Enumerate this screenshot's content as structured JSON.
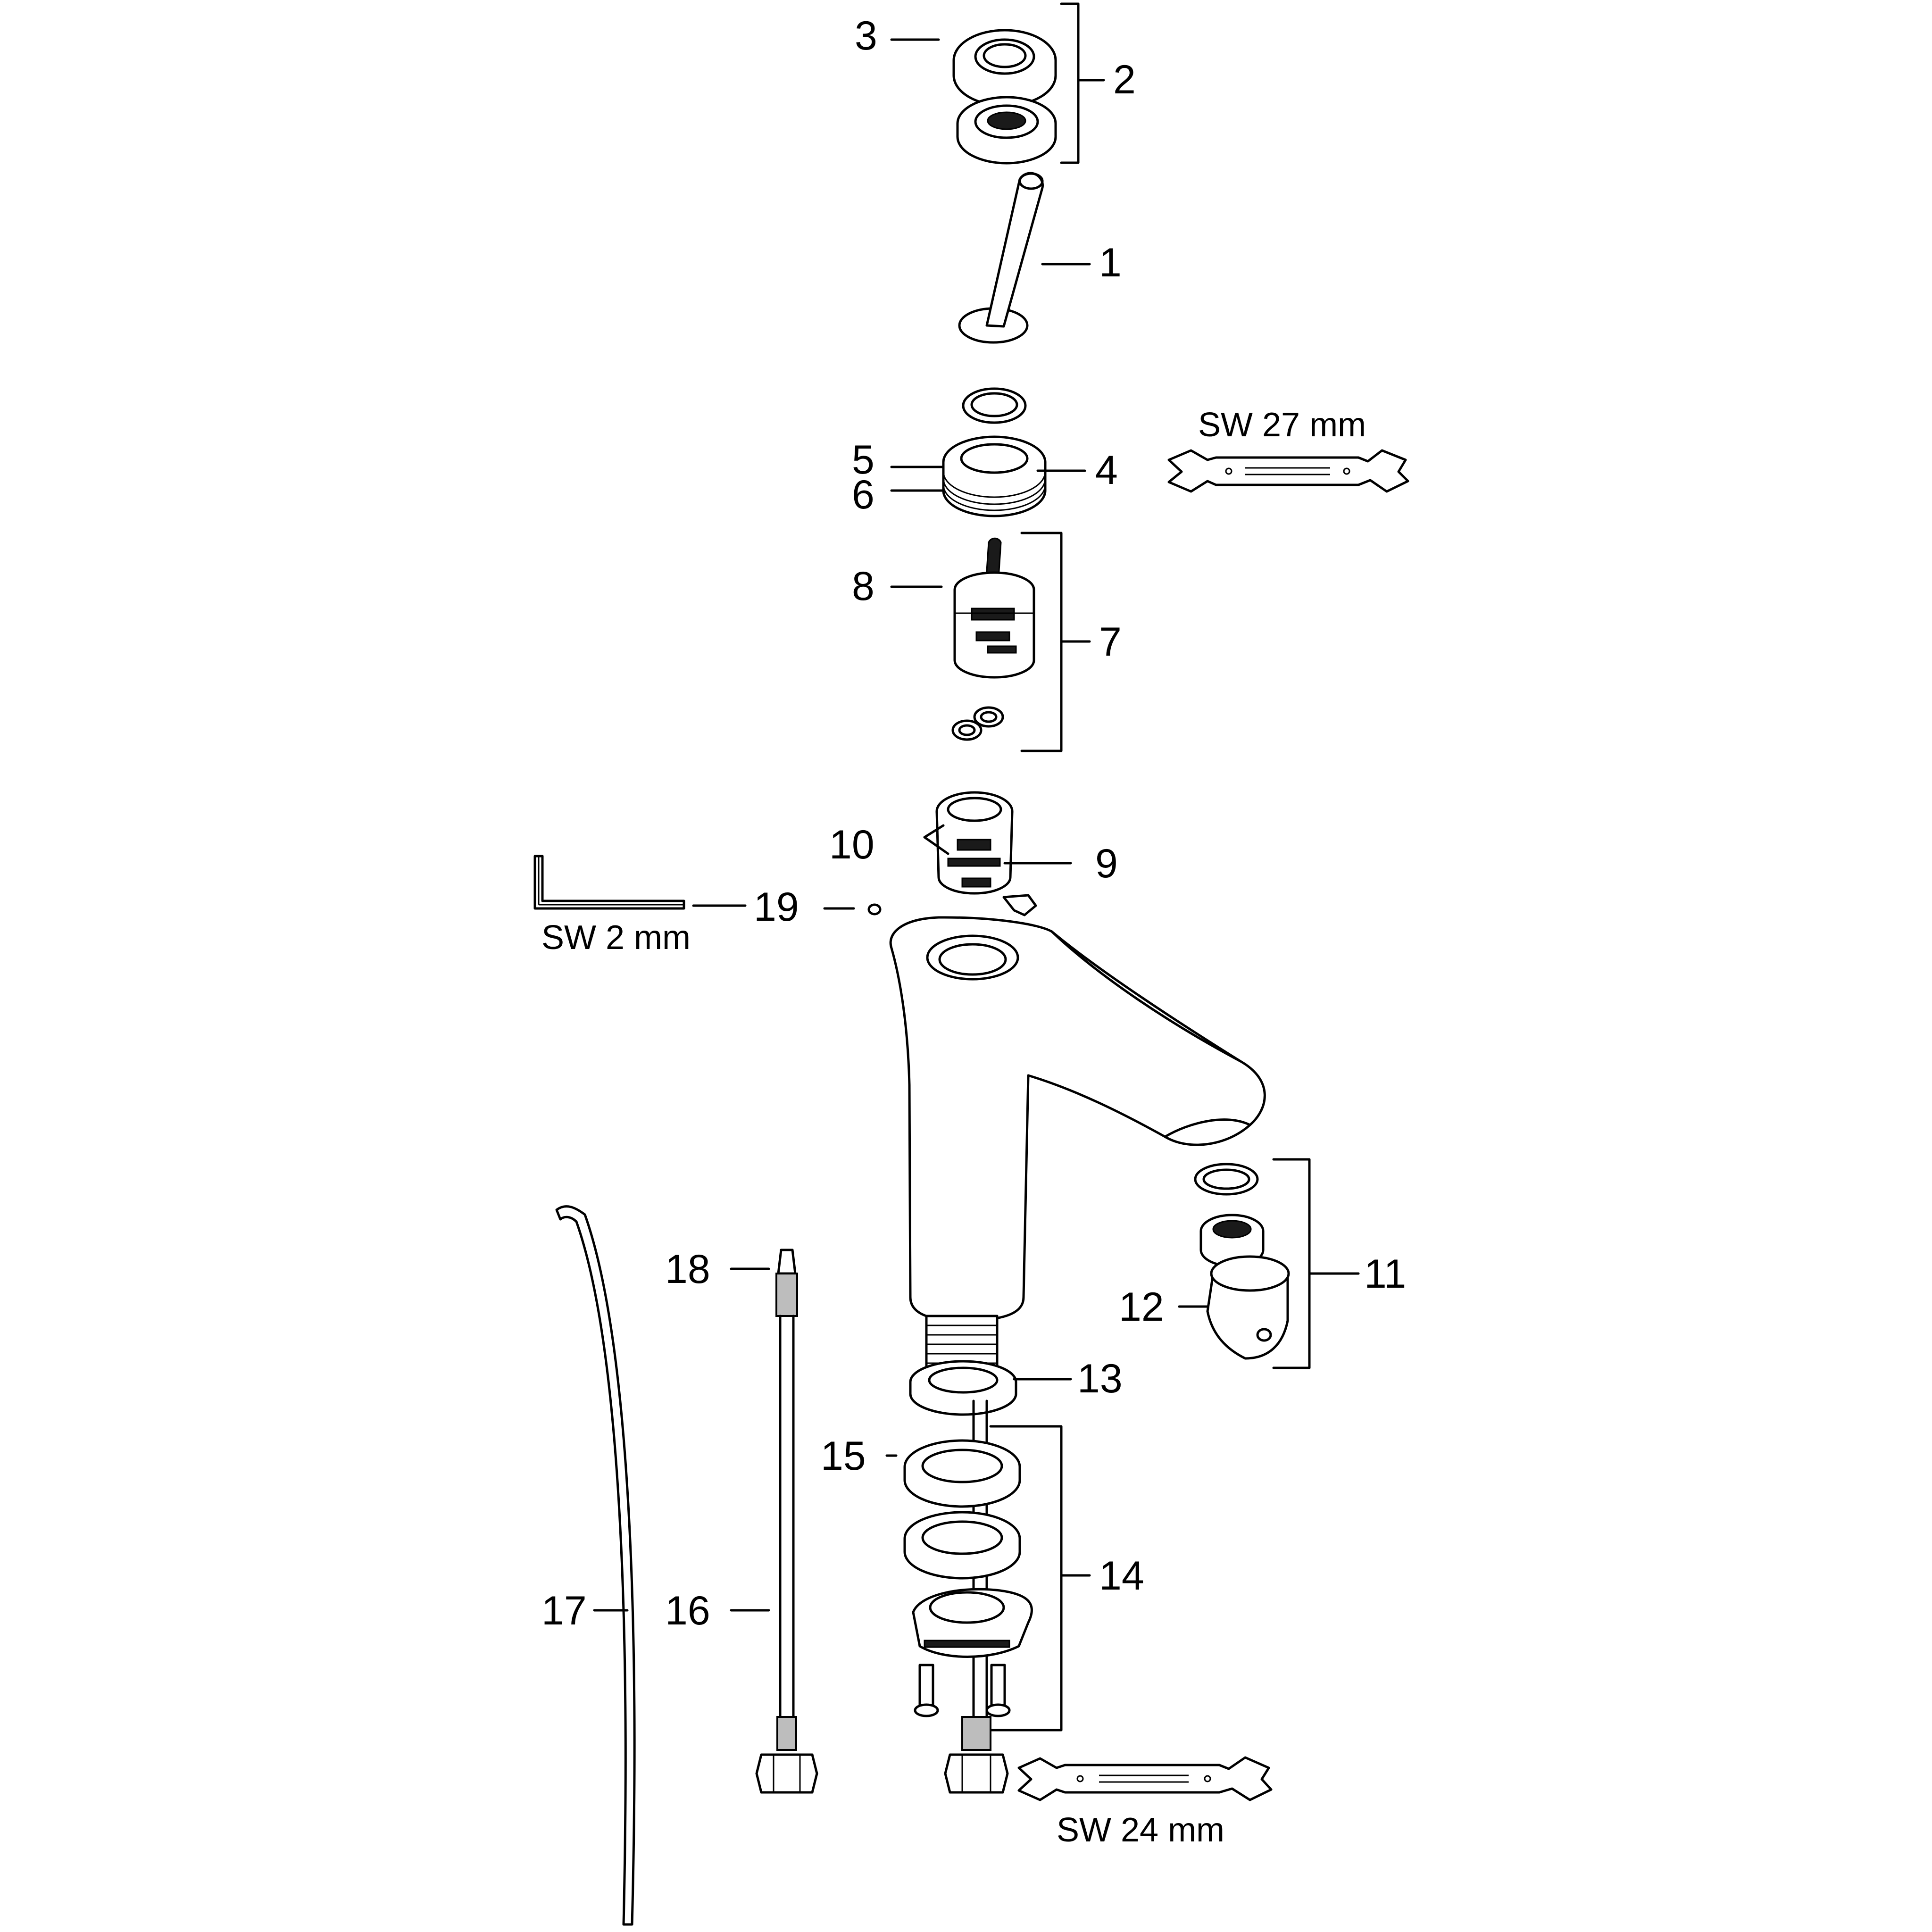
{
  "labels": {
    "p1": "1",
    "p2": "2",
    "p3": "3",
    "p4": "4",
    "p5": "5",
    "p6": "6",
    "p7": "7",
    "p8": "8",
    "p9": "9",
    "p10": "10",
    "p11": "11",
    "p12": "12",
    "p13": "13",
    "p14": "14",
    "p15": "15",
    "p16": "16",
    "p17": "17",
    "p18": "18",
    "p19": "19"
  },
  "tools": {
    "wrench_27": "SW 27 mm",
    "hex_key_2": "SW 2 mm",
    "wrench_24": "SW 24 mm"
  }
}
